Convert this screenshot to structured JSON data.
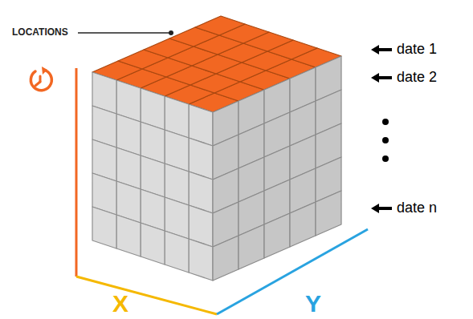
{
  "diagram": {
    "labels": [
      "LOCATIONS",
      "date 1",
      "date 2",
      "date n",
      "X",
      "Y"
    ]
  }
}
